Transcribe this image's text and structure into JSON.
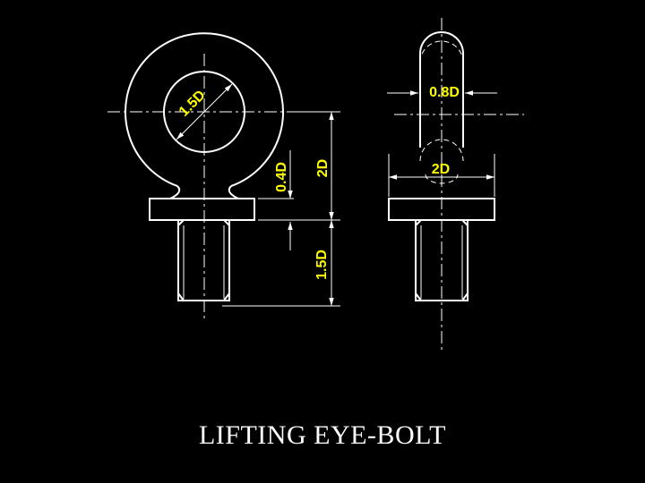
{
  "title": "LIFTING EYE-BOLT",
  "dimensions": {
    "eye_diameter": "1.5D",
    "eye_thickness": "0.8D",
    "neck_height": "0.4D",
    "overall_height": "2D",
    "collar_width": "2D",
    "thread_length": "1.5D"
  },
  "colors": {
    "background": "#000000",
    "lines": "#ffffff",
    "dimension_text": "#ffff00"
  }
}
